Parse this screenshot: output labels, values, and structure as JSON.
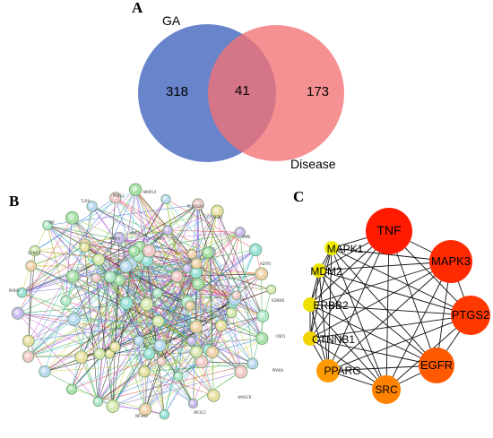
{
  "panels": {
    "a": {
      "letter": "A"
    },
    "b": {
      "letter": "B"
    },
    "c": {
      "letter": "C"
    }
  },
  "venn": {
    "left_set": {
      "label": "GA",
      "count": "318",
      "color": "#5b79c7"
    },
    "right_set": {
      "label": "Disease",
      "count": "173",
      "color": "#f47275"
    },
    "intersection": {
      "count": "41",
      "color": "#c4506e"
    }
  },
  "ppi_network": {
    "labels": [
      "MMP14",
      "PRSS1",
      "TLR9",
      "PLA2G2A",
      "CYP27B1",
      "MME",
      "ADTRI",
      "EDNRB",
      "CNR1",
      "PPARA",
      "HMGCR",
      "NR3C2",
      "NR1H2",
      "CCNA2",
      "PARP1",
      "MIF",
      "MMP9",
      "MMP1",
      "MMP2"
    ]
  },
  "hub_network": {
    "nodes": [
      {
        "id": "TNF",
        "color": "#ff1a00"
      },
      {
        "id": "MAPK3",
        "color": "#ff2a00"
      },
      {
        "id": "PTGS2",
        "color": "#ff3800"
      },
      {
        "id": "EGFR",
        "color": "#ff5a00"
      },
      {
        "id": "SRC",
        "color": "#ff8200"
      },
      {
        "id": "PPARG",
        "color": "#ff9a00"
      },
      {
        "id": "CTNNB1",
        "color": "#f3d400"
      },
      {
        "id": "ERBB2",
        "color": "#f0e000"
      },
      {
        "id": "MDM2",
        "color": "#efe600"
      },
      {
        "id": "MAPK1",
        "color": "#efec00"
      }
    ]
  }
}
